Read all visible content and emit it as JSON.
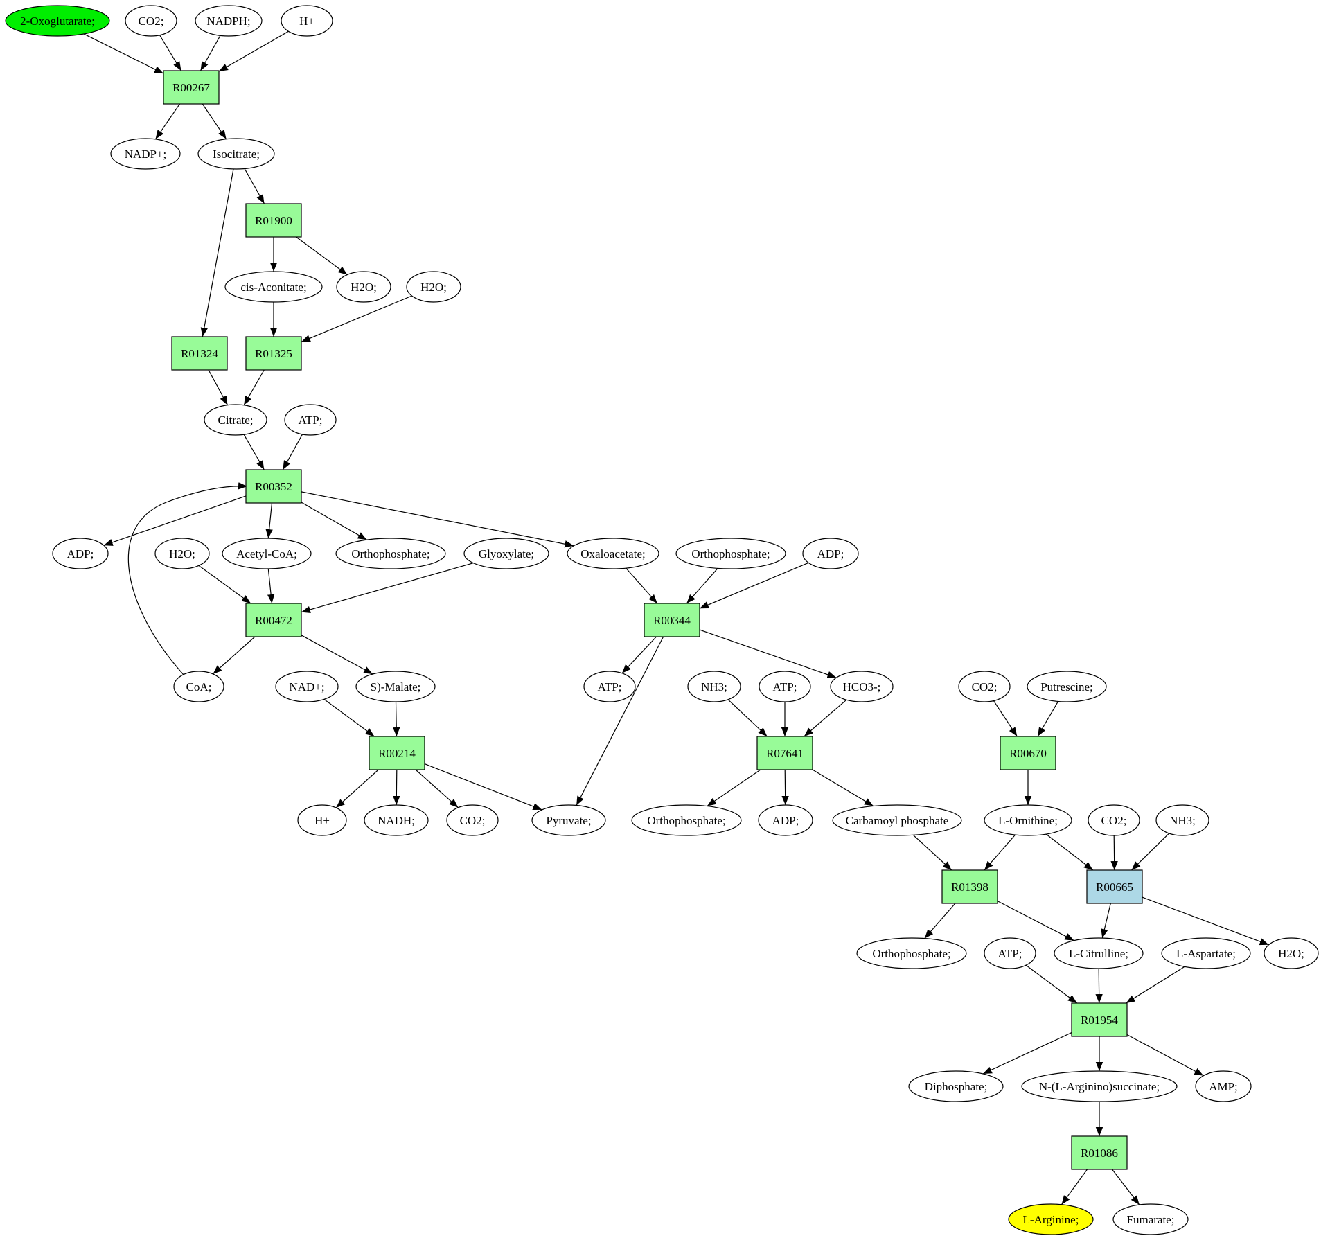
{
  "colors": {
    "reaction": "#98fb98",
    "reaction_alt": "#add8e6",
    "compound": "#ffffff",
    "start": "#00ee00",
    "target": "#ffff00"
  },
  "nodes": {
    "oxoglutarate": {
      "label": "2-Oxoglutarate;",
      "kind": "start"
    },
    "co2_a": {
      "label": "CO2;",
      "kind": "compound"
    },
    "nadph": {
      "label": "NADPH;",
      "kind": "compound"
    },
    "hplus_a": {
      "label": "H+",
      "kind": "compound"
    },
    "R00267": {
      "label": "R00267",
      "kind": "reaction"
    },
    "nadp": {
      "label": "NADP+;",
      "kind": "compound"
    },
    "isocitrate": {
      "label": "Isocitrate;",
      "kind": "compound"
    },
    "R01900": {
      "label": "R01900",
      "kind": "reaction"
    },
    "cisaconitate": {
      "label": "cis-Aconitate;",
      "kind": "compound"
    },
    "h2o_a": {
      "label": "H2O;",
      "kind": "compound"
    },
    "h2o_b": {
      "label": "H2O;",
      "kind": "compound"
    },
    "R01324": {
      "label": "R01324",
      "kind": "reaction"
    },
    "R01325": {
      "label": "R01325",
      "kind": "reaction"
    },
    "citrate": {
      "label": "Citrate;",
      "kind": "compound"
    },
    "atp_a": {
      "label": "ATP;",
      "kind": "compound"
    },
    "R00352": {
      "label": "R00352",
      "kind": "reaction"
    },
    "adp_a": {
      "label": "ADP;",
      "kind": "compound"
    },
    "h2o_c": {
      "label": "H2O;",
      "kind": "compound"
    },
    "acetylcoa": {
      "label": "Acetyl-CoA;",
      "kind": "compound"
    },
    "orthophosphate_a": {
      "label": "Orthophosphate;",
      "kind": "compound"
    },
    "glyoxylate": {
      "label": "Glyoxylate;",
      "kind": "compound"
    },
    "oxaloacetate": {
      "label": "Oxaloacetate;",
      "kind": "compound"
    },
    "orthophosphate_b": {
      "label": "Orthophosphate;",
      "kind": "compound"
    },
    "adp_b": {
      "label": "ADP;",
      "kind": "compound"
    },
    "R00472": {
      "label": "R00472",
      "kind": "reaction"
    },
    "R00344": {
      "label": "R00344",
      "kind": "reaction"
    },
    "coa": {
      "label": "CoA;",
      "kind": "compound"
    },
    "nad": {
      "label": "NAD+;",
      "kind": "compound"
    },
    "smalate": {
      "label": "S)-Malate;",
      "kind": "compound"
    },
    "atp_b": {
      "label": "ATP;",
      "kind": "compound"
    },
    "nh3_a": {
      "label": "NH3;",
      "kind": "compound"
    },
    "atp_c": {
      "label": "ATP;",
      "kind": "compound"
    },
    "hco3": {
      "label": "HCO3-;",
      "kind": "compound"
    },
    "co2_b": {
      "label": "CO2;",
      "kind": "compound"
    },
    "putrescine": {
      "label": "Putrescine;",
      "kind": "compound"
    },
    "R00214": {
      "label": "R00214",
      "kind": "reaction"
    },
    "R07641": {
      "label": "R07641",
      "kind": "reaction"
    },
    "R00670": {
      "label": "R00670",
      "kind": "reaction"
    },
    "hplus_b": {
      "label": "H+",
      "kind": "compound"
    },
    "nadh": {
      "label": "NADH;",
      "kind": "compound"
    },
    "co2_c": {
      "label": "CO2;",
      "kind": "compound"
    },
    "pyruvate": {
      "label": "Pyruvate;",
      "kind": "compound"
    },
    "orthophosphate_c": {
      "label": "Orthophosphate;",
      "kind": "compound"
    },
    "adp_c": {
      "label": "ADP;",
      "kind": "compound"
    },
    "carbamoyl": {
      "label": "Carbamoyl phosphate",
      "kind": "compound"
    },
    "ornithine": {
      "label": "L-Ornithine;",
      "kind": "compound"
    },
    "co2_d": {
      "label": "CO2;",
      "kind": "compound"
    },
    "nh3_b": {
      "label": "NH3;",
      "kind": "compound"
    },
    "R01398": {
      "label": "R01398",
      "kind": "reaction"
    },
    "R00665": {
      "label": "R00665",
      "kind": "reaction_alt"
    },
    "orthophosphate_d": {
      "label": "Orthophosphate;",
      "kind": "compound"
    },
    "atp_d": {
      "label": "ATP;",
      "kind": "compound"
    },
    "citrulline": {
      "label": "L-Citrulline;",
      "kind": "compound"
    },
    "aspartate": {
      "label": "L-Aspartate;",
      "kind": "compound"
    },
    "h2o_d": {
      "label": "H2O;",
      "kind": "compound"
    },
    "R01954": {
      "label": "R01954",
      "kind": "reaction"
    },
    "diphosphate": {
      "label": "Diphosphate;",
      "kind": "compound"
    },
    "arginosuccinate": {
      "label": "N-(L-Arginino)succinate;",
      "kind": "compound"
    },
    "amp": {
      "label": "AMP;",
      "kind": "compound"
    },
    "R01086": {
      "label": "R01086",
      "kind": "reaction"
    },
    "arginine": {
      "label": "L-Arginine;",
      "kind": "target"
    },
    "fumarate": {
      "label": "Fumarate;",
      "kind": "compound"
    }
  },
  "edges": [
    [
      "oxoglutarate",
      "R00267"
    ],
    [
      "co2_a",
      "R00267"
    ],
    [
      "nadph",
      "R00267"
    ],
    [
      "hplus_a",
      "R00267"
    ],
    [
      "R00267",
      "nadp"
    ],
    [
      "R00267",
      "isocitrate"
    ],
    [
      "isocitrate",
      "R01900"
    ],
    [
      "isocitrate",
      "R01324"
    ],
    [
      "R01900",
      "cisaconitate"
    ],
    [
      "R01900",
      "h2o_a"
    ],
    [
      "cisaconitate",
      "R01325"
    ],
    [
      "h2o_b",
      "R01325"
    ],
    [
      "R01324",
      "citrate"
    ],
    [
      "R01325",
      "citrate"
    ],
    [
      "citrate",
      "R00352"
    ],
    [
      "atp_a",
      "R00352"
    ],
    [
      "coa",
      "R00352"
    ],
    [
      "R00352",
      "adp_a"
    ],
    [
      "R00352",
      "acetylcoa"
    ],
    [
      "R00352",
      "orthophosphate_a"
    ],
    [
      "R00352",
      "oxaloacetate"
    ],
    [
      "h2o_c",
      "R00472"
    ],
    [
      "acetylcoa",
      "R00472"
    ],
    [
      "glyoxylate",
      "R00472"
    ],
    [
      "R00472",
      "coa"
    ],
    [
      "R00472",
      "smalate"
    ],
    [
      "oxaloacetate",
      "R00344"
    ],
    [
      "orthophosphate_b",
      "R00344"
    ],
    [
      "adp_b",
      "R00344"
    ],
    [
      "R00344",
      "atp_b"
    ],
    [
      "R00344",
      "hco3"
    ],
    [
      "R00344",
      "pyruvate"
    ],
    [
      "nad",
      "R00214"
    ],
    [
      "smalate",
      "R00214"
    ],
    [
      "R00214",
      "hplus_b"
    ],
    [
      "R00214",
      "nadh"
    ],
    [
      "R00214",
      "co2_c"
    ],
    [
      "R00214",
      "pyruvate"
    ],
    [
      "nh3_a",
      "R07641"
    ],
    [
      "atp_c",
      "R07641"
    ],
    [
      "hco3",
      "R07641"
    ],
    [
      "R07641",
      "orthophosphate_c"
    ],
    [
      "R07641",
      "adp_c"
    ],
    [
      "R07641",
      "carbamoyl"
    ],
    [
      "co2_b",
      "R00670"
    ],
    [
      "putrescine",
      "R00670"
    ],
    [
      "R00670",
      "ornithine"
    ],
    [
      "carbamoyl",
      "R01398"
    ],
    [
      "ornithine",
      "R01398"
    ],
    [
      "ornithine",
      "R00665"
    ],
    [
      "co2_d",
      "R00665"
    ],
    [
      "nh3_b",
      "R00665"
    ],
    [
      "R01398",
      "orthophosphate_d"
    ],
    [
      "R01398",
      "citrulline"
    ],
    [
      "R00665",
      "citrulline"
    ],
    [
      "R00665",
      "h2o_d"
    ],
    [
      "atp_d",
      "R01954"
    ],
    [
      "citrulline",
      "R01954"
    ],
    [
      "aspartate",
      "R01954"
    ],
    [
      "R01954",
      "diphosphate"
    ],
    [
      "R01954",
      "arginosuccinate"
    ],
    [
      "R01954",
      "amp"
    ],
    [
      "arginosuccinate",
      "R01086"
    ],
    [
      "R01086",
      "arginine"
    ],
    [
      "R01086",
      "fumarate"
    ]
  ]
}
